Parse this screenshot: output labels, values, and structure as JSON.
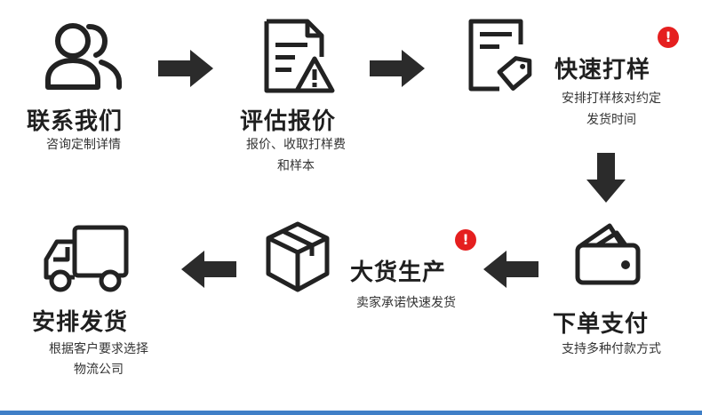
{
  "accent_color": "#e51f1f",
  "line_color": "#3f7fc7",
  "steps": [
    {
      "title": "联系我们",
      "desc": [
        "咨询定制详情"
      ],
      "icon": "users-icon"
    },
    {
      "title": "评估报价",
      "desc": [
        "报价、收取打样费",
        "和样本"
      ],
      "icon": "document-warning-icon"
    },
    {
      "title": "快速打样",
      "desc": [
        "安排打样核对约定",
        "发货时间"
      ],
      "icon": "document-tag-icon",
      "alert": "!"
    },
    {
      "title": "下单支付",
      "desc": [
        "支持多种付款方式"
      ],
      "icon": "wallet-icon"
    },
    {
      "title": "大货生产",
      "desc": [
        "卖家承诺快速发货"
      ],
      "icon": "box-icon",
      "alert": "!"
    },
    {
      "title": "安排发货",
      "desc": [
        "根据客户要求选择",
        "物流公司"
      ],
      "icon": "truck-icon"
    }
  ]
}
